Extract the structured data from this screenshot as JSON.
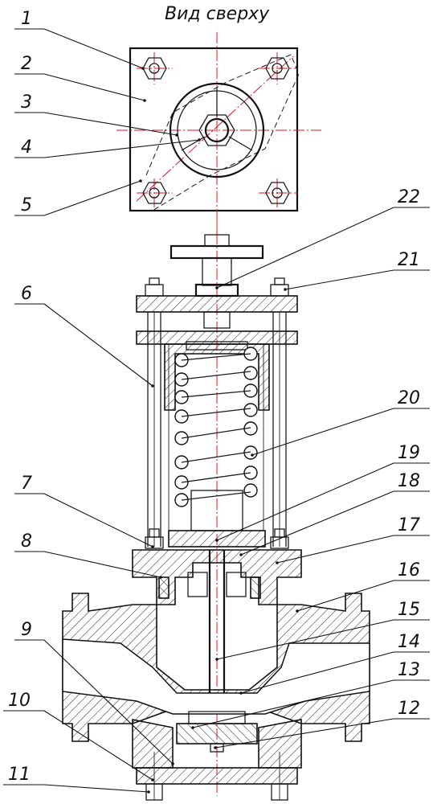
{
  "title": "Вид сверху",
  "labels": [
    "1",
    "2",
    "3",
    "4",
    "5",
    "6",
    "7",
    "8",
    "9",
    "10",
    "11",
    "12",
    "13",
    "14",
    "15",
    "16",
    "17",
    "18",
    "19",
    "20",
    "21",
    "22"
  ],
  "colors": {
    "axis": "#e0141e",
    "line": "#111111",
    "background": "#ffffff"
  }
}
